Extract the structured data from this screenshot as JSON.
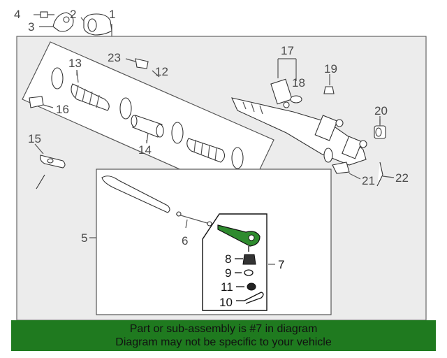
{
  "callouts": {
    "c1": "1",
    "c2": "2",
    "c3": "3",
    "c4": "4",
    "c5": "5",
    "c6": "6",
    "c7": "7",
    "c8": "8",
    "c9": "9",
    "c10": "10",
    "c11": "11",
    "c12": "12",
    "c13": "13",
    "c14": "14",
    "c15": "15",
    "c16": "16",
    "c17": "17",
    "c18": "18",
    "c19": "19",
    "c20": "20",
    "c21": "21",
    "c22": "22",
    "c23": "23"
  },
  "banner": {
    "line1": "Part or sub-assembly is #7 in diagram",
    "line2": "Diagram may not be specific to your vehicle",
    "background": "#1f7a1f"
  },
  "colors": {
    "highlight": "#2e8b2e",
    "frame_fill": "#ececec",
    "line": "#555555"
  }
}
